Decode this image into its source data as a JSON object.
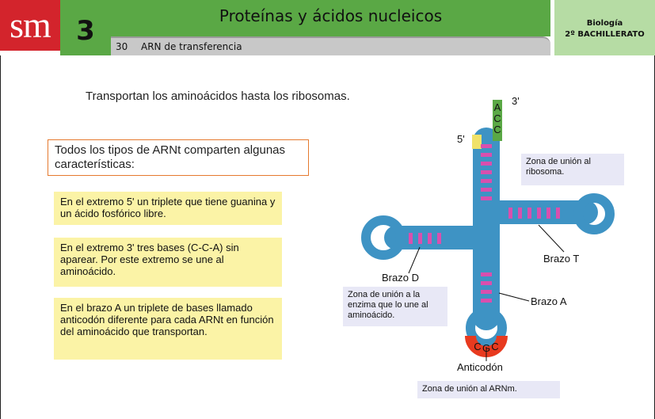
{
  "header": {
    "logo": "sm",
    "unit_number": "3",
    "title": "Proteínas y ácidos nucleicos",
    "section_number": "30",
    "section_title": "ARN de transferencia",
    "subject": "Biología",
    "level": "2º BACHILLERATO"
  },
  "intro": "Transportan los aminoácidos hasta los ribosomas.",
  "summary_box": "Todos los tipos de ARNt comparten algunas características:",
  "notes": [
    "En el extremo 5' un triplete que tiene guanina y un ácido fosfórico libre.",
    "En el extremo 3' tres bases (C-C-A) sin aparear. Por este extremo se une al aminoácido.",
    "En el brazo A un triplete de bases llamado anticodón diferente para cada ARNt en función del aminoácido que transportan."
  ],
  "diagram": {
    "end_3": "3'",
    "end_5": "5'",
    "acceptor_bases": [
      "A",
      "C",
      "C"
    ],
    "anticodon_bases": [
      "C",
      "G",
      "C"
    ],
    "labels": {
      "arm_t": "Brazo T",
      "arm_d": "Brazo D",
      "arm_a": "Brazo A",
      "anticodon": "Anticodón"
    },
    "zones": {
      "ribosome": "Zona de unión al ribosoma.",
      "enzyme": "Zona de unión a la enzima que lo une al aminoácido.",
      "mrna": "Zona de unión al ARNm."
    }
  },
  "colors": {
    "logo_red": "#d3242c",
    "header_green": "#5aa845",
    "strand_blue": "#3e93c4",
    "base_pairs_pink": "#d94fae",
    "acceptor_green": "#5aa845",
    "five_end_yellow": "#f0e26a",
    "anticodon_red": "#e83a1f",
    "note_yellow": "#fbf3a6",
    "zone_lavender": "#e8e8f6",
    "box_orange": "#e57a2f"
  }
}
